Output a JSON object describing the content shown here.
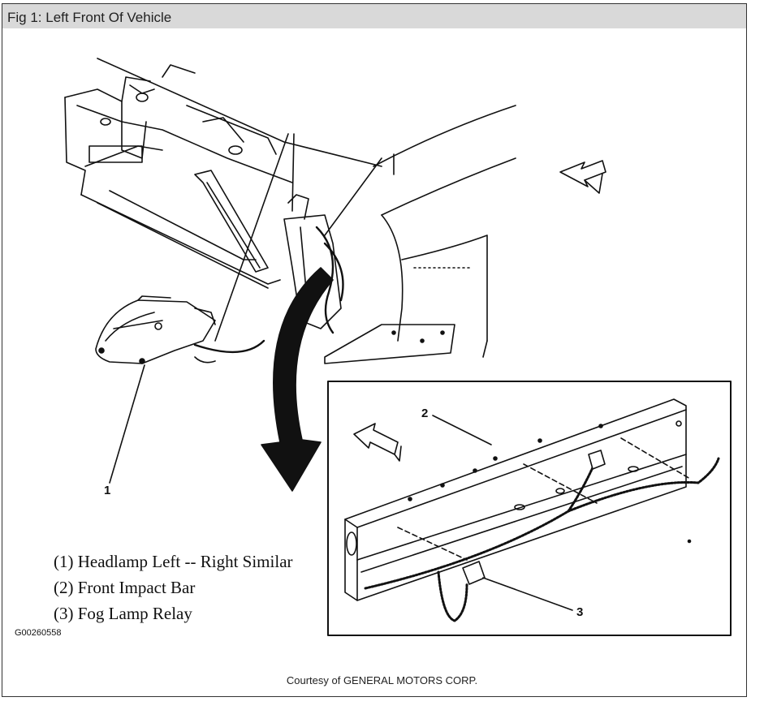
{
  "figure": {
    "caption": "Fig 1: Left Front Of Vehicle",
    "legend": [
      "(1) Headlamp Left -- Right Similar",
      "(2) Front Impact Bar",
      "(3) Fog Lamp Relay"
    ],
    "callouts": {
      "headlamp": "1",
      "impact_bar": "2",
      "relay": "3"
    },
    "image_code": "G00260558",
    "courtesy": "Courtesy of GENERAL MOTORS CORP."
  }
}
